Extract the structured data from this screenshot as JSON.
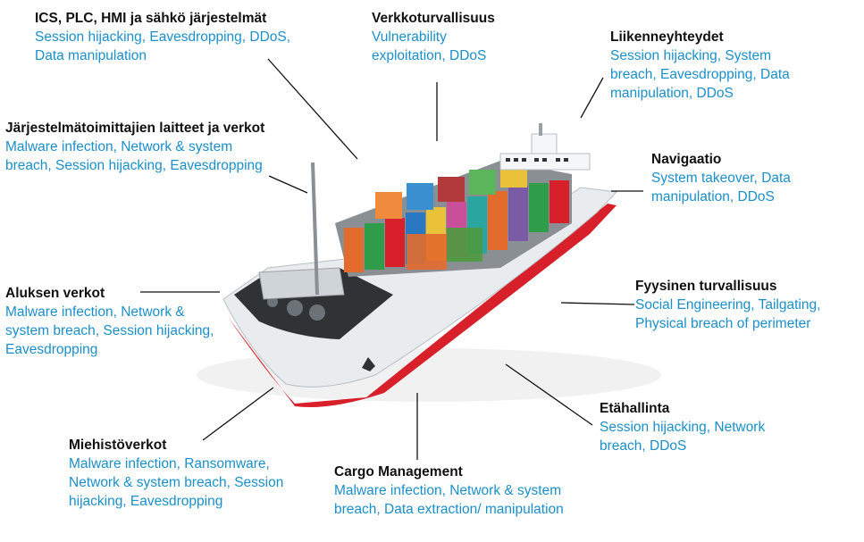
{
  "colors": {
    "title": "#111111",
    "threats": "#1b8fc9",
    "leader": "#111111",
    "hull_red": "#d8202a",
    "hull_white": "#e9ecee",
    "deck_dark": "#2f3336"
  },
  "ship": {
    "icon": "container-ship-icon"
  },
  "labels": {
    "ics": {
      "title": "ICS, PLC, HMI ja sähkö järjestelmät",
      "threats": "Session hijacking, Eavesdropping, DDoS, Data manipulation"
    },
    "network": {
      "title": "Verkkoturvallisuus",
      "threats": "Vulnerability exploitation, DDoS"
    },
    "traffic": {
      "title": "Liikenneyhteydet",
      "threats": "Session hijacking, System breach, Eavesdropping, Data manipulation, DDoS"
    },
    "supplier": {
      "title": "Järjestelmätoimittajien laitteet ja verkot",
      "threats": "Malware infection, Network & system breach, Session hijacking, Eavesdropping"
    },
    "navigation": {
      "title": "Navigaatio",
      "threats": "System takeover, Data manipulation, DDoS"
    },
    "vessel": {
      "title": "Aluksen verkot",
      "threats": "Malware infection, Network & system breach, Session hijacking, Eavesdropping"
    },
    "physical": {
      "title": "Fyysinen turvallisuus",
      "threats": "Social Engineering, Tailgating, Physical breach of perimeter"
    },
    "remote": {
      "title": "Etähallinta",
      "threats": "Session hijacking, Network breach, DDoS"
    },
    "crew": {
      "title": "Miehistöverkot",
      "threats": "Malware infection, Ransomware, Network & system breach, Session hijacking, Eavesdropping"
    },
    "cargo": {
      "title": "Cargo Management",
      "threats": "Malware infection, Network & system breach, Data extraction/ manipulation"
    }
  }
}
